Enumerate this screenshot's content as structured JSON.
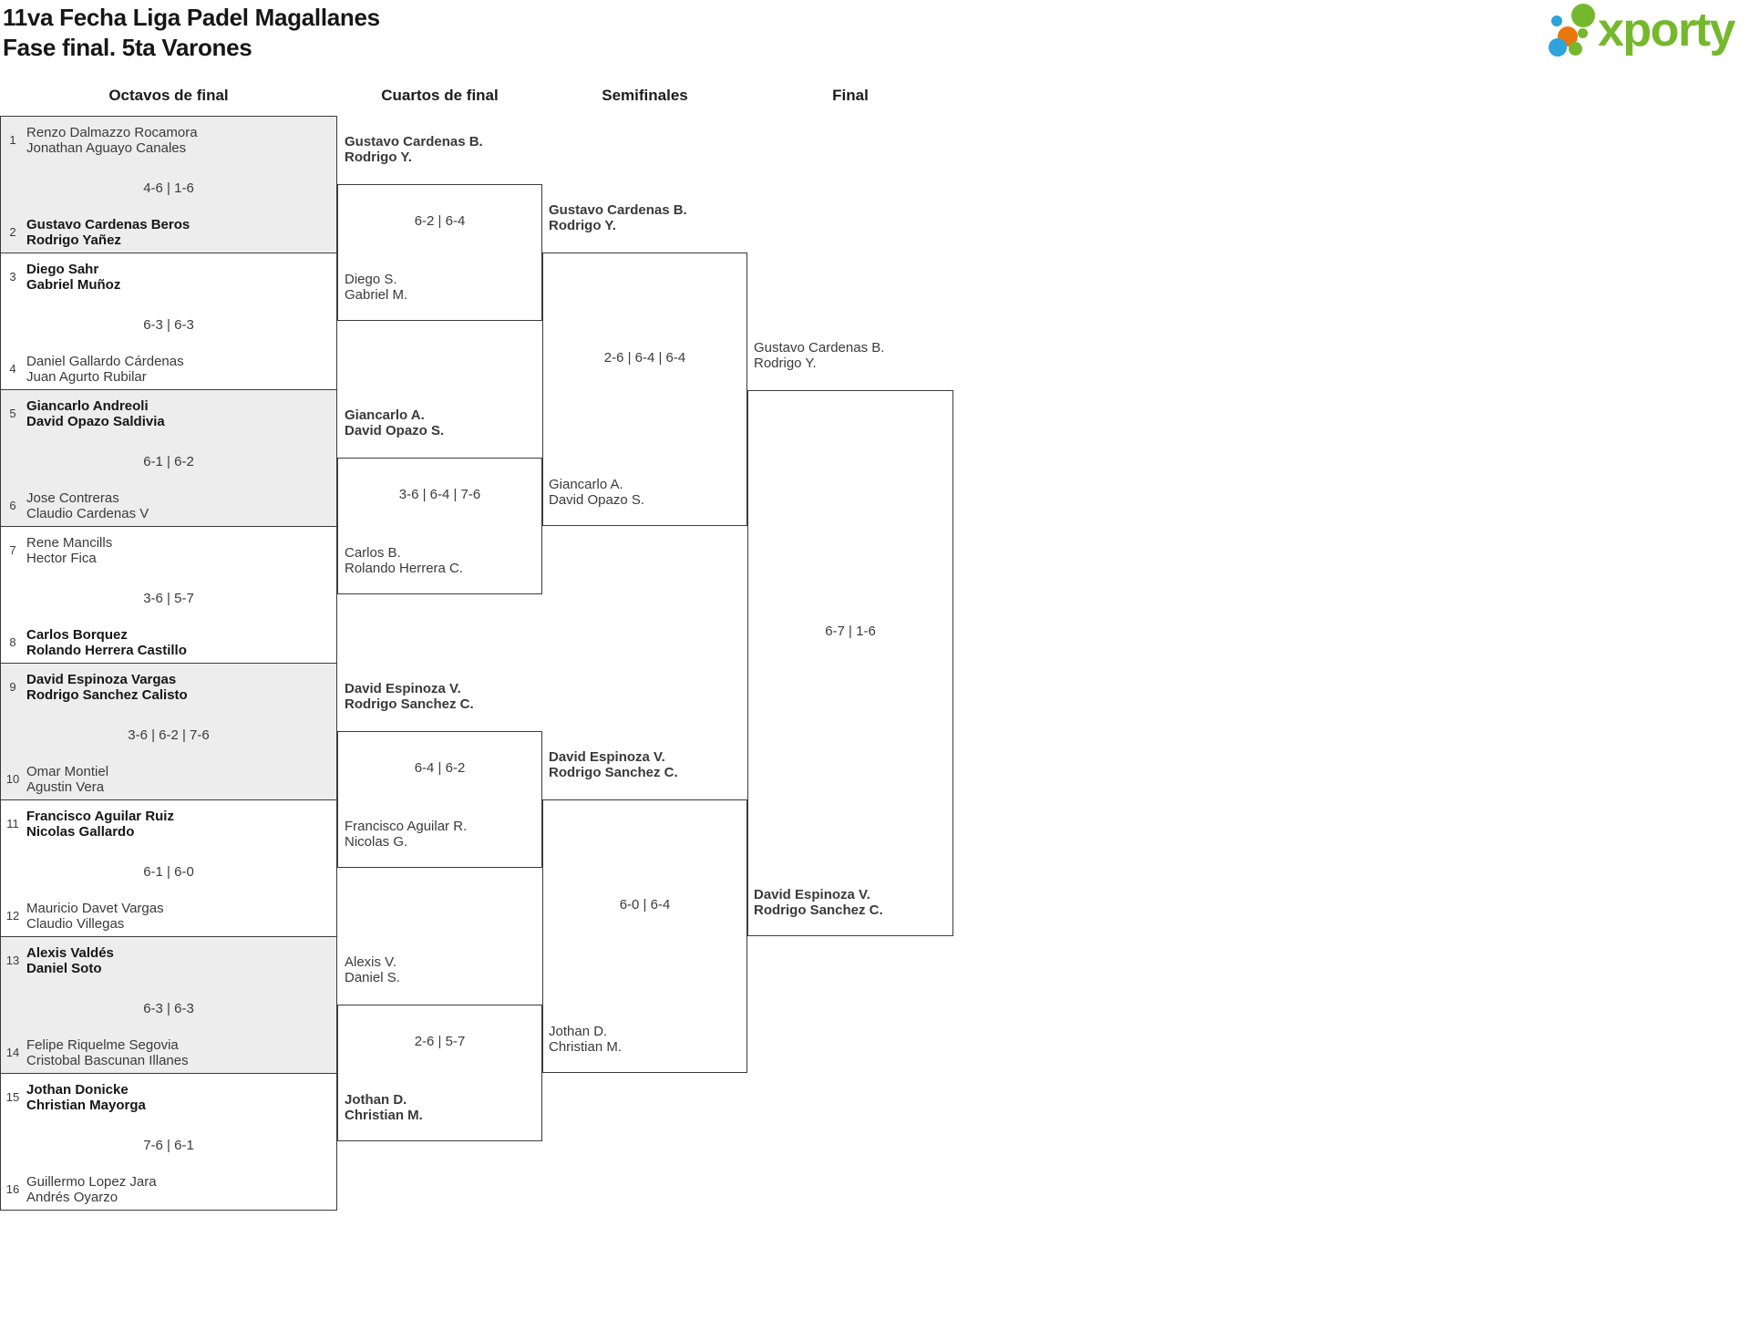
{
  "title": {
    "line1": "11va Fecha Liga Padel Magallanes",
    "line2": "Fase final. 5ta Varones"
  },
  "logo": {
    "text": "xporty",
    "green": "#76b82d",
    "blue": "#2ea3dc",
    "orange": "#e8770e"
  },
  "colors": {
    "border": "#3b3b3b",
    "shaded_row": "#ededed",
    "text": "#3a3a3a",
    "winner_text": "#161616"
  },
  "columns": [
    "Octavos de final",
    "Cuartos de final",
    "Semifinales",
    "Final"
  ],
  "bracket": {
    "octavos": [
      {
        "s1": "1",
        "t1a": "Renzo Dalmazzo Rocamora",
        "t1b": "Jonathan Aguayo Canales",
        "score": "4-6 | 1-6",
        "s2": "2",
        "t2a": "Gustavo Cardenas Beros",
        "t2b": "Rodrigo Yañez"
      },
      {
        "s1": "3",
        "t1a": "Diego Sahr",
        "t1b": "Gabriel Muñoz",
        "score": "6-3 | 6-3",
        "s2": "4",
        "t2a": "Daniel Gallardo Cárdenas",
        "t2b": "Juan Agurto Rubilar"
      },
      {
        "s1": "5",
        "t1a": "Giancarlo Andreoli",
        "t1b": "David Opazo Saldivia",
        "score": "6-1 | 6-2",
        "s2": "6",
        "t2a": "Jose Contreras",
        "t2b": "Claudio Cardenas V"
      },
      {
        "s1": "7",
        "t1a": "Rene Mancills",
        "t1b": "Hector Fica",
        "score": "3-6 | 5-7",
        "s2": "8",
        "t2a": "Carlos Borquez",
        "t2b": "Rolando Herrera Castillo"
      },
      {
        "s1": "9",
        "t1a": "David Espinoza Vargas",
        "t1b": "Rodrigo Sanchez Calisto",
        "score": "3-6 | 6-2 | 7-6",
        "s2": "10",
        "t2a": "Omar Montiel",
        "t2b": "Agustin Vera"
      },
      {
        "s1": "11",
        "t1a": "Francisco Aguilar Ruiz",
        "t1b": "Nicolas Gallardo",
        "score": "6-1 | 6-0",
        "s2": "12",
        "t2a": "Mauricio Davet Vargas",
        "t2b": "Claudio Villegas"
      },
      {
        "s1": "13",
        "t1a": "Alexis Valdés",
        "t1b": "Daniel Soto",
        "score": "6-3 | 6-3",
        "s2": "14",
        "t2a": "Felipe Riquelme Segovia",
        "t2b": "Cristobal Bascunan Illanes"
      },
      {
        "s1": "15",
        "t1a": "Jothan Donicke",
        "t1b": "Christian Mayorga",
        "score": "7-6 | 6-1",
        "s2": "16",
        "t2a": "Guillermo Lopez Jara",
        "t2b": "Andrés Oyarzo"
      }
    ],
    "cuartos": [
      {
        "t1a": "Gustavo Cardenas B.",
        "t1b": "Rodrigo Y.",
        "score": "6-2 | 6-4",
        "t2a": "Diego S.",
        "t2b": "Gabriel M."
      },
      {
        "t1a": "Giancarlo A.",
        "t1b": "David Opazo S.",
        "score": "3-6 | 6-4 | 7-6",
        "t2a": "Carlos B.",
        "t2b": "Rolando Herrera C."
      },
      {
        "t1a": "David Espinoza V.",
        "t1b": "Rodrigo Sanchez C.",
        "score": "6-4 | 6-2",
        "t2a": "Francisco Aguilar R.",
        "t2b": "Nicolas G."
      },
      {
        "t1a": "Alexis V.",
        "t1b": "Daniel S.",
        "score": "2-6 | 5-7",
        "t2a": "Jothan D.",
        "t2b": "Christian M."
      }
    ],
    "semifinales": [
      {
        "t1a": "Gustavo Cardenas B.",
        "t1b": "Rodrigo Y.",
        "score": "2-6 | 6-4 | 6-4",
        "t2a": "Giancarlo A.",
        "t2b": "David Opazo S."
      },
      {
        "t1a": "David Espinoza V.",
        "t1b": "Rodrigo Sanchez C.",
        "score": "6-0 | 6-4",
        "t2a": "Jothan D.",
        "t2b": "Christian M."
      }
    ],
    "final": {
      "t1a": "Gustavo Cardenas B.",
      "t1b": "Rodrigo Y.",
      "score": "6-7 | 1-6",
      "t2a": "David Espinoza V.",
      "t2b": "Rodrigo Sanchez C."
    }
  }
}
